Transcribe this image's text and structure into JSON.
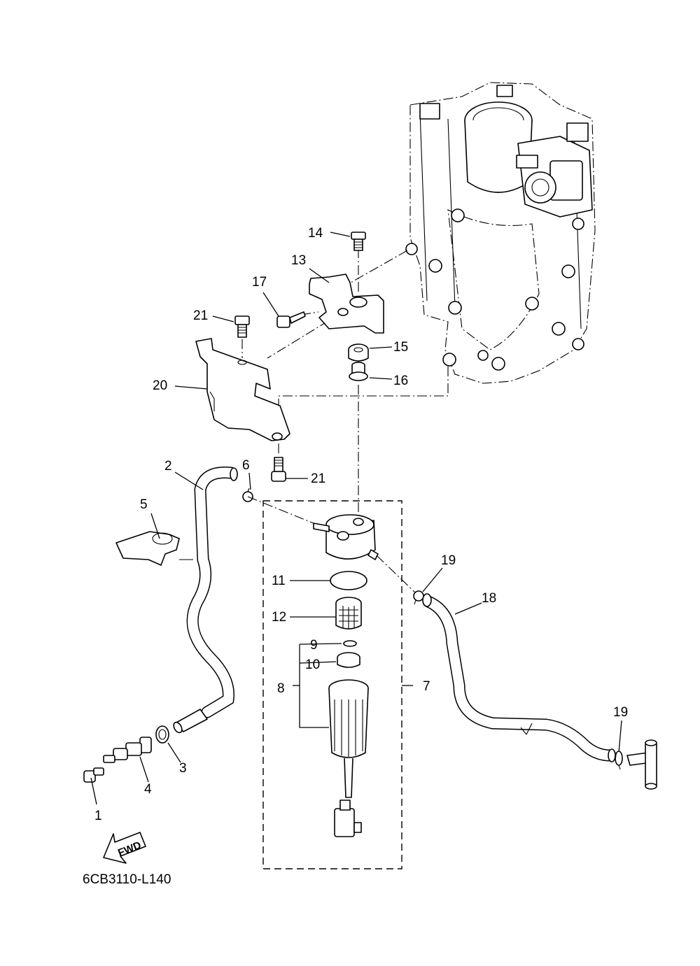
{
  "diagram": {
    "code": "6CB3110-L140",
    "fwd_label": "FWD",
    "callouts": {
      "c1": "1",
      "c2": "2",
      "c3": "3",
      "c4": "4",
      "c5": "5",
      "c6": "6",
      "c7": "7",
      "c8": "8",
      "c9": "9",
      "c10": "10",
      "c11": "11",
      "c12": "12",
      "c13": "13",
      "c14": "14",
      "c15": "15",
      "c16": "16",
      "c17": "17",
      "c18": "18",
      "c19a": "19",
      "c19b": "19",
      "c20": "20",
      "c21a": "21",
      "c21b": "21"
    }
  }
}
